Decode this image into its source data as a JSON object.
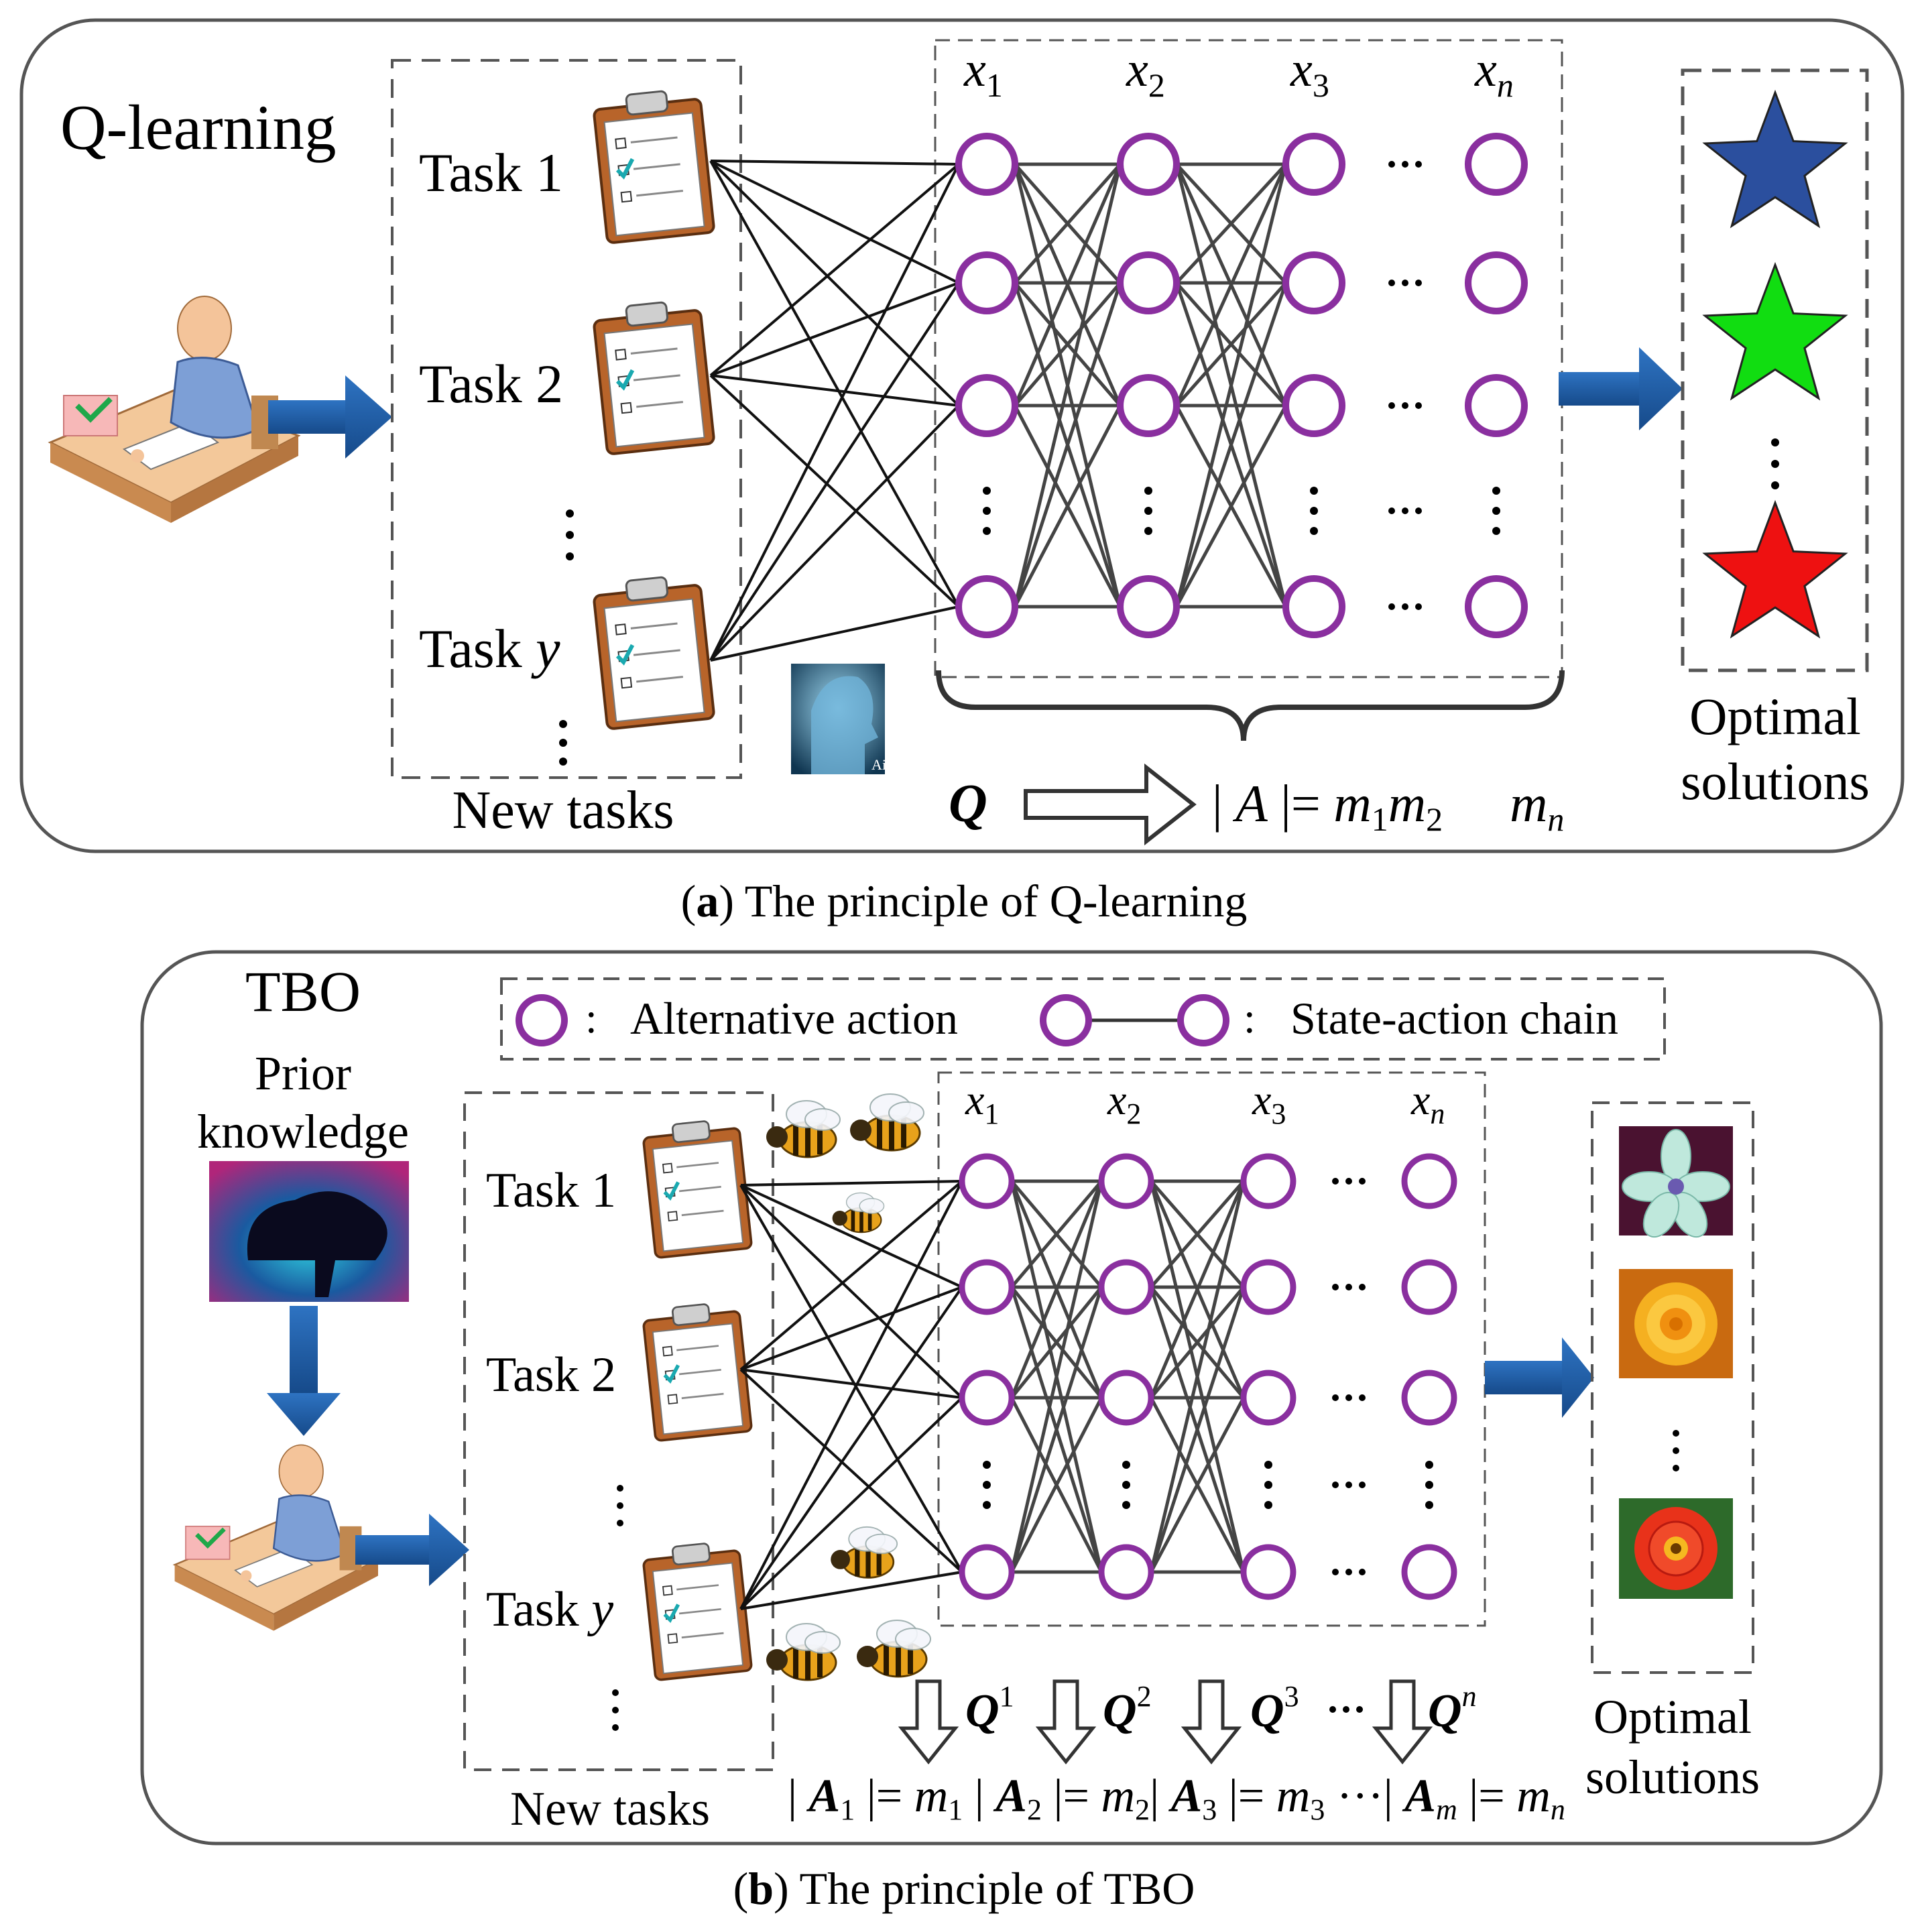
{
  "panel_a": {
    "title": "Q-learning",
    "tasks": [
      "Task 1",
      "Task 2",
      "Task y"
    ],
    "tasks_caption": "New tasks",
    "layer_labels": [
      "x1",
      "x2",
      "x3",
      "xn"
    ],
    "ellipsis_row": "···",
    "q_label": "Q",
    "action_space": "| A |= m1m2    mn",
    "outputs_caption_line1": "Optimal",
    "outputs_caption_line2": "solutions",
    "star_colors": [
      "#2b4f9e",
      "#11dd11",
      "#ee1111"
    ],
    "ai_badge": "Ai"
  },
  "panel_b": {
    "title": "TBO",
    "prior_line1": "Prior",
    "prior_line2": "knowledge",
    "legend": {
      "alternative_action": "Alternative action",
      "state_action_chain": "State-action chain",
      "separator": ":"
    },
    "tasks": [
      "Task 1",
      "Task 2",
      "Task y"
    ],
    "tasks_caption": "New tasks",
    "layer_labels": [
      "x1",
      "x2",
      "x3",
      "xn"
    ],
    "q_labels": [
      "Q1",
      "Q2",
      "Q3",
      "Qn"
    ],
    "action_spaces": "| A1 |= m1 | A2 |= m2| A3 |= m3 ···| Am |= mn",
    "outputs_caption_line1": "Optimal",
    "outputs_caption_line2": "solutions"
  },
  "captions": {
    "a_letter": "a",
    "a_text": " The principle of Q-learning",
    "b_letter": "b",
    "b_text": " The principle of TBO"
  },
  "colors": {
    "node": "#8a2f9f",
    "arrow": "#1f5fa8",
    "arrow_dark": "#17467e",
    "frame": "#555555"
  }
}
